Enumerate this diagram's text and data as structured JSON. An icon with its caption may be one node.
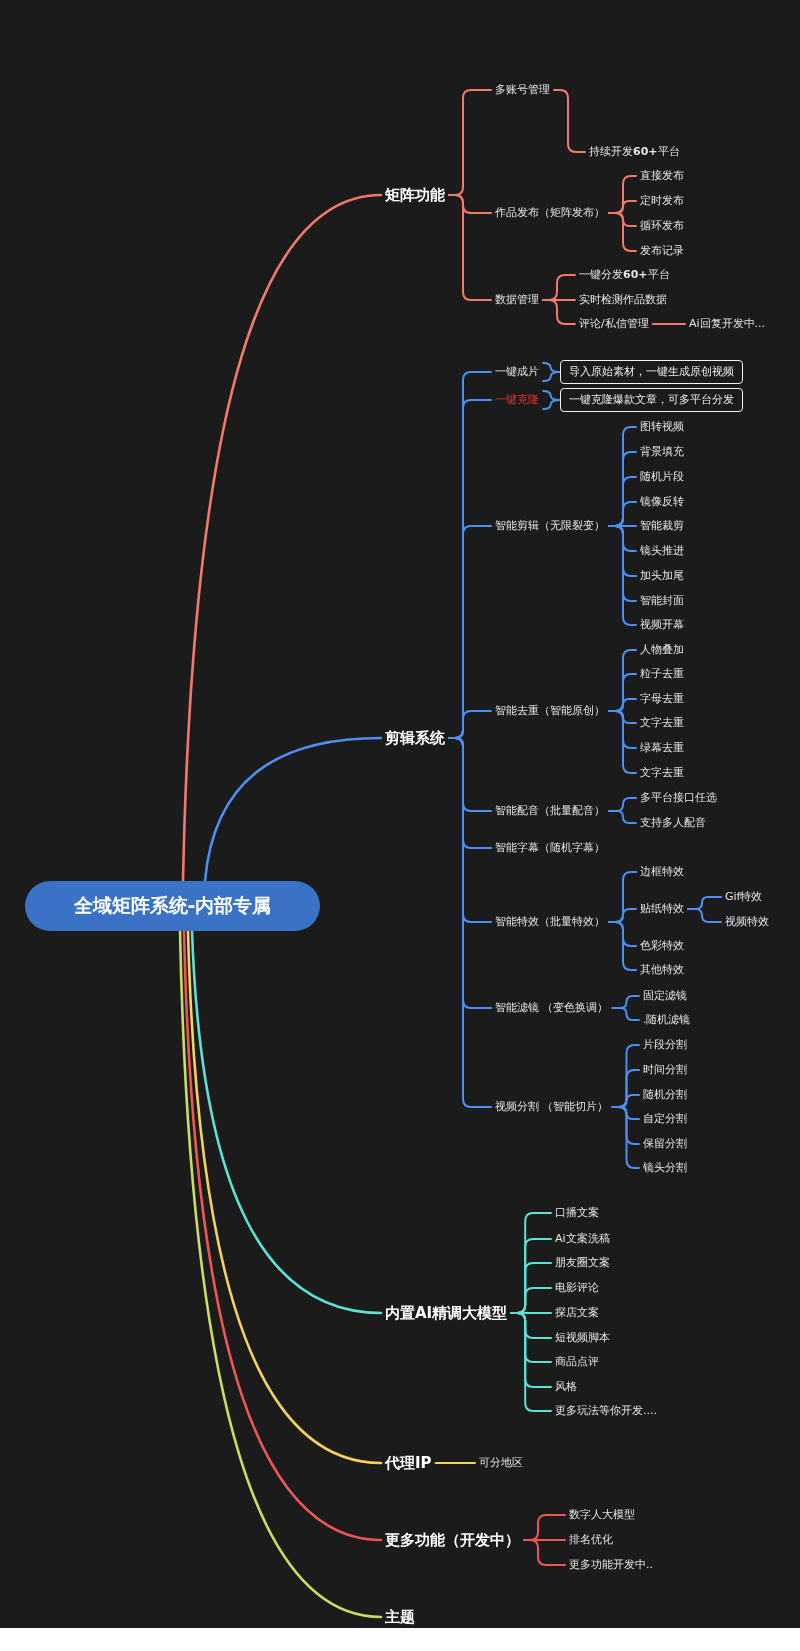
{
  "diagram": {
    "nodes": [
      {
        "text": [
          "全域矩阵系统-内部专属"
        ]
      },
      {
        "text": [
          "矩阵功能"
        ]
      },
      {
        "text": [
          "多账号管理"
        ]
      },
      {
        "text": [
          "持续开发**60+**平台"
        ]
      },
      {
        "text": [
          "作品发布（矩阵发布）"
        ]
      },
      {
        "text": [
          "直接发布"
        ]
      },
      {
        "text": [
          "定时发布"
        ]
      },
      {
        "text": [
          "循环发布"
        ]
      },
      {
        "text": [
          "发布记录"
        ]
      },
      {
        "text": [
          "数据管理"
        ]
      },
      {
        "text": [
          "一键分发**60+**平台"
        ]
      },
      {
        "text": [
          "实时检测作品数据"
        ]
      },
      {
        "text": [
          "评论/私信管理"
        ]
      },
      {
        "text": [
          "Ai回复开发中..."
        ]
      },
      {
        "text": [
          "剪辑系统"
        ]
      },
      {
        "text": [
          "一键成片"
        ]
      },
      {
        "text": [
          "导入原始素材，一键生成原创视频"
        ]
      },
      {
        "text": [
          "一键克隆"
        ]
      },
      {
        "text": [
          "一键克隆爆款文章，可多平台分发"
        ]
      },
      {
        "text": [
          "智能剪辑（无限裂变）"
        ]
      },
      {
        "text": [
          "图转视频"
        ]
      },
      {
        "text": [
          "背景填充"
        ]
      },
      {
        "text": [
          "随机片段"
        ]
      },
      {
        "text": [
          "镜像反转"
        ]
      },
      {
        "text": [
          "智能裁剪"
        ]
      },
      {
        "text": [
          "镜头推进"
        ]
      },
      {
        "text": [
          "加头加尾"
        ]
      },
      {
        "text": [
          "智能封面"
        ]
      },
      {
        "text": [
          "视频开幕"
        ]
      },
      {
        "text": [
          "智能去重（智能原创）"
        ]
      },
      {
        "text": [
          "人物叠加"
        ]
      },
      {
        "text": [
          "粒子去重"
        ]
      },
      {
        "text": [
          "字母去重"
        ]
      },
      {
        "text": [
          "文字去重"
        ]
      },
      {
        "text": [
          "绿幕去重"
        ]
      },
      {
        "text": [
          "文字去重"
        ]
      },
      {
        "text": [
          "智能配音（批量配音）"
        ]
      },
      {
        "text": [
          "多平台接口任选"
        ]
      },
      {
        "text": [
          "支持多人配音"
        ]
      },
      {
        "text": [
          "智能字幕（随机字幕）"
        ]
      },
      {
        "text": [
          "智能特效（批量特效）"
        ]
      },
      {
        "text": [
          "边框特效"
        ]
      },
      {
        "text": [
          "贴纸特效"
        ]
      },
      {
        "text": [
          "Gif特效"
        ]
      },
      {
        "text": [
          "视频特效"
        ]
      },
      {
        "text": [
          "色彩特效"
        ]
      },
      {
        "text": [
          "其他特效"
        ]
      },
      {
        "text": [
          "智能滤镜 （变色换调）"
        ]
      },
      {
        "text": [
          "固定滤镜"
        ]
      },
      {
        "text": [
          ".随机滤镜"
        ]
      },
      {
        "text": [
          "视频分割 （智能切片）"
        ]
      },
      {
        "text": [
          "片段分割"
        ]
      },
      {
        "text": [
          "时间分割"
        ]
      },
      {
        "text": [
          "随机分割"
        ]
      },
      {
        "text": [
          "自定分割"
        ]
      },
      {
        "text": [
          "保留分割"
        ]
      },
      {
        "text": [
          "镜头分割"
        ]
      },
      {
        "text": [
          "内置AI精调大模型"
        ]
      },
      {
        "text": [
          "口播文案"
        ]
      },
      {
        "text": [
          "Ai文案洗稿"
        ]
      },
      {
        "text": [
          "朋友圈文案"
        ]
      },
      {
        "text": [
          "电影评论"
        ]
      },
      {
        "text": [
          "探店文案"
        ]
      },
      {
        "text": [
          "短视频脚本"
        ]
      },
      {
        "text": [
          "商品点评"
        ]
      },
      {
        "text": [
          "风格"
        ]
      },
      {
        "text": [
          "更多玩法等你开发...."
        ]
      },
      {
        "text": [
          "代理IP"
        ]
      },
      {
        "text": [
          "可分地区"
        ]
      },
      {
        "text": [
          "更多功能（开发中）"
        ]
      },
      {
        "text": [
          "数字人大模型"
        ]
      },
      {
        "text": [
          "排名优化"
        ]
      },
      {
        "text": [
          "更多功能开发中.."
        ]
      },
      {
        "text": [
          "主题"
        ]
      }
    ],
    "edges": [
      {
        "from": 0,
        "to": 1,
        "arrow": "none",
        "color": "#f27a6c"
      },
      {
        "from": 1,
        "to": 2,
        "arrow": "none",
        "color": "#f27a6c"
      },
      {
        "from": 2,
        "to": 3,
        "arrow": "none",
        "color": "#f27a6c"
      },
      {
        "from": 1,
        "to": 4,
        "arrow": "none",
        "color": "#f27a6c"
      },
      {
        "from": 4,
        "to": 5,
        "arrow": "none",
        "color": "#f27a6c"
      },
      {
        "from": 4,
        "to": 6,
        "arrow": "none",
        "color": "#f27a6c"
      },
      {
        "from": 4,
        "to": 7,
        "arrow": "none",
        "color": "#f27a6c"
      },
      {
        "from": 4,
        "to": 8,
        "arrow": "none",
        "color": "#f27a6c"
      },
      {
        "from": 1,
        "to": 9,
        "arrow": "none",
        "color": "#f27a6c"
      },
      {
        "from": 9,
        "to": 10,
        "arrow": "none",
        "color": "#f27a6c"
      },
      {
        "from": 9,
        "to": 11,
        "arrow": "none",
        "color": "#f27a6c"
      },
      {
        "from": 9,
        "to": 12,
        "arrow": "none",
        "color": "#f27a6c"
      },
      {
        "from": 12,
        "to": 13,
        "arrow": "none",
        "color": "#f27a6c"
      },
      {
        "from": 0,
        "to": 14,
        "arrow": "none"
      },
      {
        "from": 14,
        "to": 15,
        "arrow": "none"
      },
      {
        "from": 15,
        "to": 16,
        "arrow": "none"
      },
      {
        "from": 14,
        "to": 17,
        "arrow": "none"
      },
      {
        "from": 17,
        "to": 18,
        "arrow": "none"
      },
      {
        "from": 14,
        "to": 19,
        "arrow": "none"
      },
      {
        "from": 19,
        "to": 20,
        "arrow": "none"
      },
      {
        "from": 19,
        "to": 21,
        "arrow": "none"
      },
      {
        "from": 19,
        "to": 22,
        "arrow": "none"
      },
      {
        "from": 19,
        "to": 23,
        "arrow": "none"
      },
      {
        "from": 19,
        "to": 24,
        "arrow": "none"
      },
      {
        "from": 19,
        "to": 25,
        "arrow": "none"
      },
      {
        "from": 19,
        "to": 26,
        "arrow": "none"
      },
      {
        "from": 19,
        "to": 27,
        "arrow": "none"
      },
      {
        "from": 19,
        "to": 28,
        "arrow": "none"
      },
      {
        "from": 14,
        "to": 29,
        "arrow": "none"
      },
      {
        "from": 29,
        "to": 30,
        "arrow": "none"
      },
      {
        "from": 29,
        "to": 31,
        "arrow": "none"
      },
      {
        "from": 29,
        "to": 32,
        "arrow": "none"
      },
      {
        "from": 29,
        "to": 33,
        "arrow": "none"
      },
      {
        "from": 29,
        "to": 34,
        "arrow": "none"
      },
      {
        "from": 29,
        "to": 35,
        "arrow": "none"
      },
      {
        "from": 14,
        "to": 36,
        "arrow": "none"
      },
      {
        "from": 36,
        "to": 37,
        "arrow": "none"
      },
      {
        "from": 36,
        "to": 38,
        "arrow": "none"
      },
      {
        "from": 14,
        "to": 39,
        "arrow": "none"
      },
      {
        "from": 14,
        "to": 40,
        "arrow": "none"
      },
      {
        "from": 40,
        "to": 41,
        "arrow": "none"
      },
      {
        "from": 40,
        "to": 42,
        "arrow": "none"
      },
      {
        "from": 42,
        "to": 43,
        "arrow": "none"
      },
      {
        "from": 42,
        "to": 44,
        "arrow": "none"
      },
      {
        "from": 40,
        "to": 45,
        "arrow": "none"
      },
      {
        "from": 40,
        "to": 46,
        "arrow": "none"
      },
      {
        "from": 14,
        "to": 47,
        "arrow": "none"
      },
      {
        "from": 47,
        "to": 48,
        "arrow": "none"
      },
      {
        "from": 47,
        "to": 49,
        "arrow": "none"
      },
      {
        "from": 14,
        "to": 50,
        "arrow": "none"
      },
      {
        "from": 50,
        "to": 51,
        "arrow": "none"
      },
      {
        "from": 50,
        "to": 52,
        "arrow": "none"
      },
      {
        "from": 50,
        "to": 53,
        "arrow": "none"
      },
      {
        "from": 50,
        "to": 54,
        "arrow": "none"
      },
      {
        "from": 50,
        "to": 55,
        "arrow": "none"
      },
      {
        "from": 50,
        "to": 56,
        "arrow": "none"
      },
      {
        "from": 0,
        "to": 57,
        "arrow": "none",
        "color": "#5fe0d6"
      },
      {
        "from": 57,
        "to": 58,
        "arrow": "none",
        "color": "#5fe0d6"
      },
      {
        "from": 57,
        "to": 59,
        "arrow": "none",
        "color": "#5fe0d6"
      },
      {
        "from": 57,
        "to": 60,
        "arrow": "none",
        "color": "#5fe0d6"
      },
      {
        "from": 57,
        "to": 61,
        "arrow": "none",
        "color": "#5fe0d6"
      },
      {
        "from": 57,
        "to": 62,
        "arrow": "none",
        "color": "#5fe0d6"
      },
      {
        "from": 57,
        "to": 63,
        "arrow": "none",
        "color": "#5fe0d6"
      },
      {
        "from": 57,
        "to": 64,
        "arrow": "none",
        "color": "#5fe0d6"
      },
      {
        "from": 57,
        "to": 65,
        "arrow": "none",
        "color": "#5fe0d6"
      },
      {
        "from": 57,
        "to": 66,
        "arrow": "none",
        "color": "#5fe0d6"
      },
      {
        "from": 0,
        "to": 67,
        "arrow": "none",
        "color": "#f3d262"
      },
      {
        "from": 67,
        "to": 68,
        "arrow": "none",
        "color": "#f3d262"
      },
      {
        "from": 0,
        "to": 69,
        "arrow": "none",
        "color": "#ee5555"
      },
      {
        "from": 69,
        "to": 70,
        "arrow": "none",
        "color": "#ee5555"
      },
      {
        "from": 69,
        "to": 71,
        "arrow": "none",
        "color": "#ee5555"
      },
      {
        "from": 69,
        "to": 72,
        "arrow": "none",
        "color": "#ee5555"
      },
      {
        "from": 0,
        "to": 73,
        "arrow": "none",
        "color": "#c6df62"
      }
    ]
  }
}
